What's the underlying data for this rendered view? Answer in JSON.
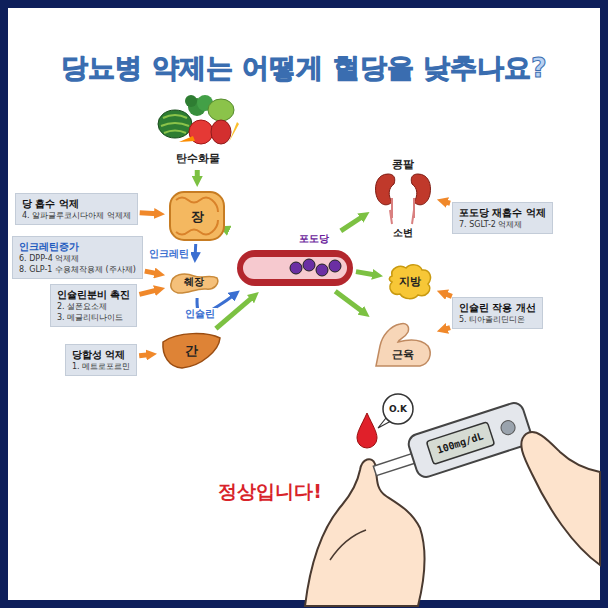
{
  "diagram": {
    "title": "당뇨병 약제는 어떻게 혈당을 낮추나요?",
    "nodes": [
      {
        "text": [
          "탄수화물"
        ]
      },
      {
        "text": [
          "콩팥"
        ]
      },
      {
        "text": [
          "당 흡수 억제",
          "4. 알파글루코시다아제 억제제"
        ]
      },
      {
        "text": [
          "장"
        ]
      },
      {
        "text": [
          "포도당"
        ]
      },
      {
        "text": [
          "포도당 재흡수 억제",
          "7. SGLT-2 억제제"
        ]
      },
      {
        "text": [
          "인크레틴증가",
          "6. DPP-4 억제제",
          "8. GLP-1 수용체작용제 (주사제)"
        ]
      },
      {
        "text": [
          "췌장"
        ]
      },
      {
        "text": [
          "지방"
        ]
      },
      {
        "text": [
          "인슐린분비 촉진",
          "2. 설폰요소제",
          "3. 메글리티나이드"
        ]
      },
      {
        "text": [
          "인슐린 작용 개선",
          "5. 티아졸리딘디온"
        ]
      },
      {
        "text": [
          "근육"
        ]
      },
      {
        "text": [
          "당합성 억제",
          "1. 메트로포르민"
        ]
      },
      {
        "text": [
          "간"
        ]
      }
    ],
    "edges": [
      {
        "from": 0,
        "to": 3,
        "arrow": "to"
      },
      {
        "from": 3,
        "to": 4,
        "arrow": "to"
      },
      {
        "from": 3,
        "to": 7,
        "label": "인크레틴",
        "arrow": "to"
      },
      {
        "from": 7,
        "to": 4,
        "label": "인슐린",
        "arrow": "to"
      },
      {
        "from": 13,
        "to": 4,
        "arrow": "to"
      },
      {
        "from": 4,
        "to": 1,
        "arrow": "to"
      },
      {
        "from": 4,
        "to": 8,
        "arrow": "to"
      },
      {
        "from": 4,
        "to": 11,
        "arrow": "to"
      },
      {
        "from": 2,
        "to": 3,
        "arrow": "to"
      },
      {
        "from": 6,
        "to": 7,
        "arrow": "to"
      },
      {
        "from": 9,
        "to": 7,
        "arrow": "to"
      },
      {
        "from": 12,
        "to": 13,
        "arrow": "to"
      },
      {
        "from": 5,
        "to": 1,
        "arrow": "to"
      },
      {
        "from": 10,
        "to": 8,
        "arrow": "to"
      },
      {
        "from": 10,
        "to": 11,
        "arrow": "to"
      }
    ],
    "labels": [
      "소변",
      "O.K",
      "100mg/dL",
      "정상입니다!"
    ]
  }
}
